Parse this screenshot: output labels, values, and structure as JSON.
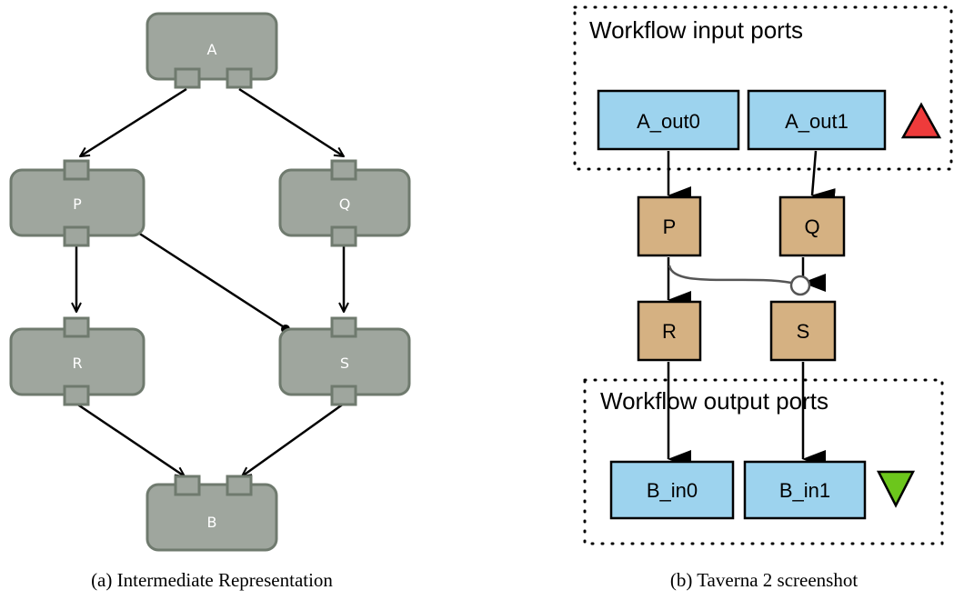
{
  "left_panel": {
    "caption": "(a) Intermediate Representation",
    "node_color": "#9fa69e",
    "node_border": "#6f7a6e",
    "nodes": [
      {
        "id": "A",
        "label": "A"
      },
      {
        "id": "P",
        "label": "P"
      },
      {
        "id": "Q",
        "label": "Q"
      },
      {
        "id": "R",
        "label": "R"
      },
      {
        "id": "S",
        "label": "S"
      },
      {
        "id": "B",
        "label": "B"
      }
    ]
  },
  "right_panel": {
    "caption": "(b) Taverna 2 screenshot",
    "input_group_title": "Workflow input ports",
    "output_group_title": "Workflow output ports",
    "port_color": "#9dd3ee",
    "processor_color": "#d5b182",
    "input_ports": [
      {
        "label": "A_out0"
      },
      {
        "label": "A_out1"
      }
    ],
    "processors": [
      {
        "label": "P"
      },
      {
        "label": "Q"
      },
      {
        "label": "R"
      },
      {
        "label": "S"
      }
    ],
    "output_ports": [
      {
        "label": "B_in0"
      },
      {
        "label": "B_in1"
      }
    ],
    "input_marker_color": "#ee3b3b",
    "output_marker_color": "#6cc61c"
  }
}
